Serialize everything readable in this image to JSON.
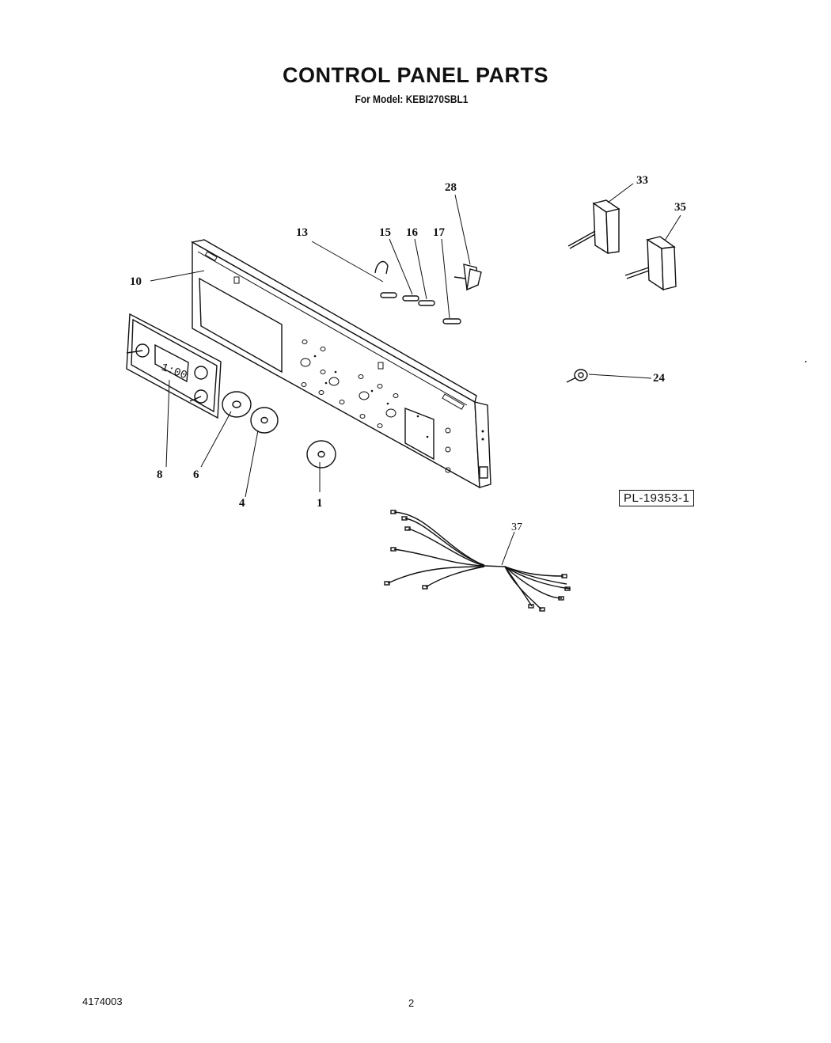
{
  "title": "CONTROL PANEL PARTS",
  "subtitle": "For Model: KEBI270SBL1",
  "diagram_ref": "PL-19353-1",
  "display_readout": "1:00",
  "footer": {
    "doc_number": "4174003",
    "page_number": "2"
  },
  "callouts": {
    "c1": "1",
    "c4": "4",
    "c6": "6",
    "c8": "8",
    "c10": "10",
    "c13": "13",
    "c15": "15",
    "c16": "16",
    "c17": "17",
    "c24": "24",
    "c28": "28",
    "c33": "33",
    "c35": "35",
    "c37": "37"
  }
}
